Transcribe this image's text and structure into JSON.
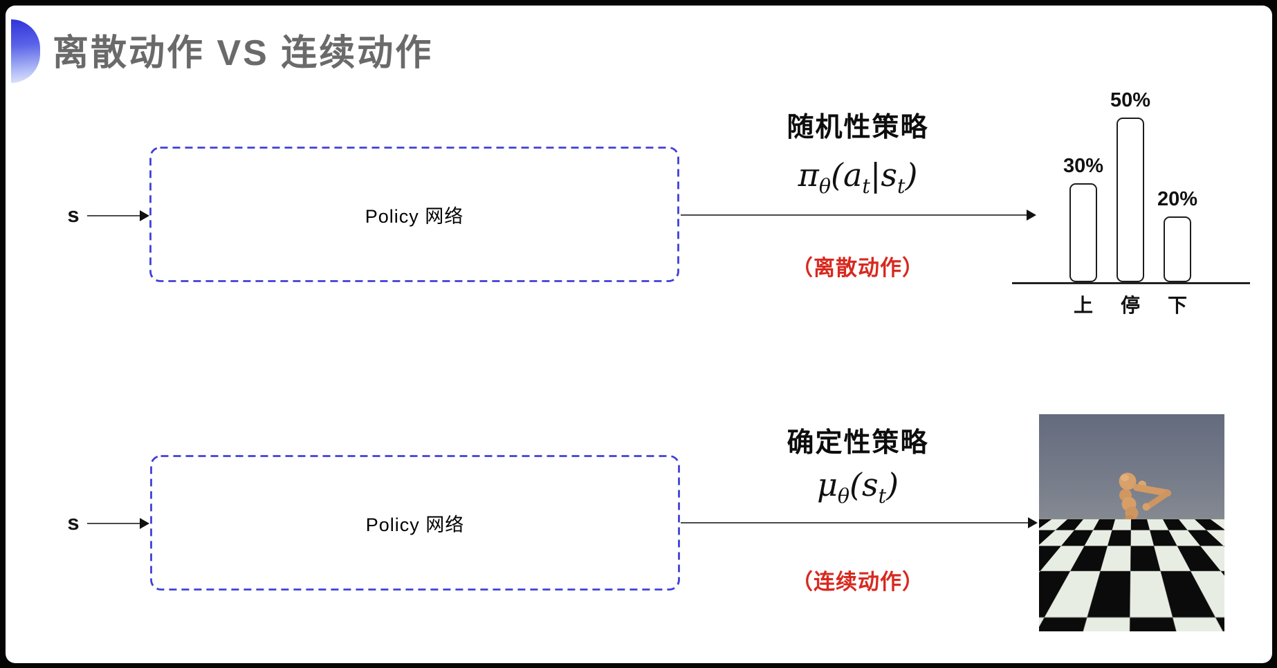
{
  "slide": {
    "title": "离散动作 VS 连续动作"
  },
  "rows": [
    {
      "input_label": "s",
      "box_label": "Policy 网络",
      "policy_title": "随机性策略",
      "formula": "π_θ(a_t|s_t)",
      "action_note": "（离散动作）"
    },
    {
      "input_label": "s",
      "box_label": "Policy 网络",
      "policy_title": "确定性策略",
      "formula": "μ_θ(s_t)",
      "action_note": "（连续动作）"
    }
  ],
  "chart_data": {
    "type": "bar",
    "categories": [
      "上",
      "停",
      "下"
    ],
    "values": [
      30,
      50,
      20
    ],
    "value_labels": [
      "30%",
      "50%",
      "20%"
    ],
    "ylim": [
      0,
      50
    ],
    "grid": false,
    "legend": false
  },
  "colors": {
    "accent_blue": "#4040d8",
    "note_red": "#d8291f",
    "title_gray": "#6a6a6a",
    "bar_outline": "#1c1c1c",
    "robot_sky": "#6b7183",
    "robot_skin": "#cf9661"
  }
}
